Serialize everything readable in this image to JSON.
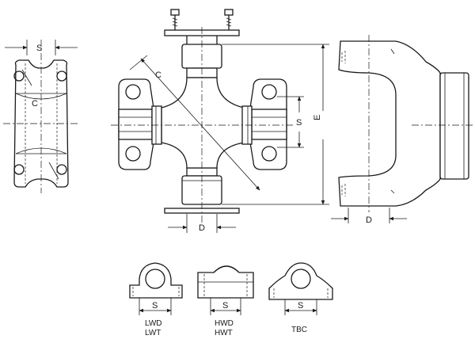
{
  "labels": {
    "s_cap_view": "S",
    "c_cap_view": "C",
    "c_cross": "C",
    "s_cross": "S",
    "d_cross": "D",
    "e_yoke": "E",
    "d_yoke": "D",
    "s_lwd": "S",
    "s_hwd": "S",
    "s_tbc": "S"
  },
  "captions": {
    "lwd_line1": "LWD",
    "lwd_line2": "LWT",
    "hwd_line1": "HWD",
    "hwd_line2": "HWT",
    "tbc": "TBC"
  }
}
